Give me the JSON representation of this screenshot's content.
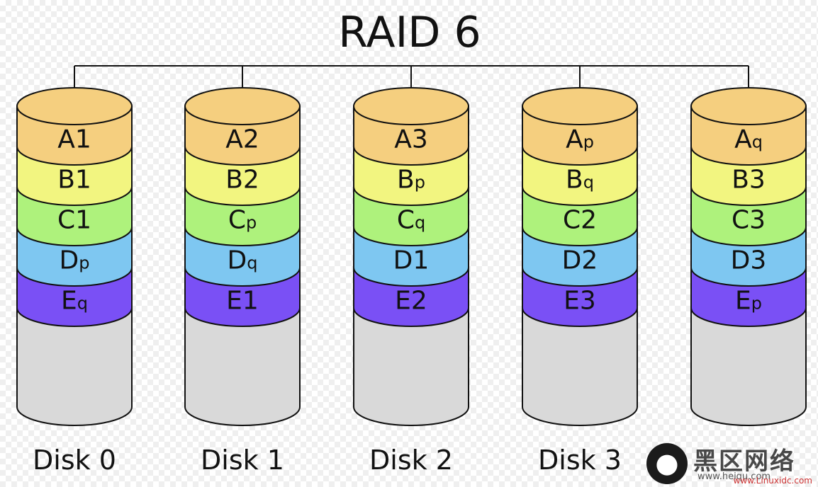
{
  "title": "RAID 6",
  "colors": {
    "A": "#f5cf7f",
    "B": "#f2f580",
    "C": "#aef27c",
    "D": "#7ec7f1",
    "E": "#7a50f5",
    "empty": "#d9d9d9",
    "stroke": "#111111"
  },
  "disks": [
    {
      "label": "Disk 0",
      "blocks": [
        {
          "l": "A",
          "s": "1"
        },
        {
          "l": "B",
          "s": "1"
        },
        {
          "l": "C",
          "s": "1"
        },
        {
          "l": "D",
          "s": "p"
        },
        {
          "l": "E",
          "s": "q"
        }
      ]
    },
    {
      "label": "Disk 1",
      "blocks": [
        {
          "l": "A",
          "s": "2"
        },
        {
          "l": "B",
          "s": "2"
        },
        {
          "l": "C",
          "s": "p"
        },
        {
          "l": "D",
          "s": "q"
        },
        {
          "l": "E",
          "s": "1"
        }
      ]
    },
    {
      "label": "Disk 2",
      "blocks": [
        {
          "l": "A",
          "s": "3"
        },
        {
          "l": "B",
          "s": "p"
        },
        {
          "l": "C",
          "s": "q"
        },
        {
          "l": "D",
          "s": "1"
        },
        {
          "l": "E",
          "s": "2"
        }
      ]
    },
    {
      "label": "Disk 3",
      "blocks": [
        {
          "l": "A",
          "s": "p"
        },
        {
          "l": "B",
          "s": "q"
        },
        {
          "l": "C",
          "s": "2"
        },
        {
          "l": "D",
          "s": "2"
        },
        {
          "l": "E",
          "s": "3"
        }
      ]
    },
    {
      "label": "",
      "blocks": [
        {
          "l": "A",
          "s": "q"
        },
        {
          "l": "B",
          "s": "3"
        },
        {
          "l": "C",
          "s": "3"
        },
        {
          "l": "D",
          "s": "3"
        },
        {
          "l": "E",
          "s": "p"
        }
      ]
    }
  ],
  "watermark": {
    "icon": "linux-penguin-icon",
    "text": "黑区网络",
    "sub": "www.heiqu.com",
    "sub2": "www.Linuxidc.com"
  }
}
